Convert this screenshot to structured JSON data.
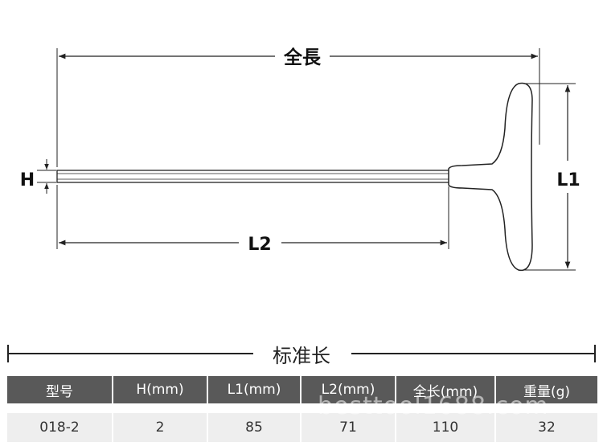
{
  "diagram": {
    "labels": {
      "overall": "全長",
      "height": "H",
      "l1": "L1",
      "l2": "L2"
    }
  },
  "section": {
    "title": "标准长"
  },
  "table": {
    "headers": [
      "型号",
      "H(mm)",
      "L1(mm)",
      "L2(mm)",
      "全长(mm)",
      "重量(g)"
    ],
    "rows": [
      [
        "018-2",
        "2",
        "85",
        "71",
        "110",
        "32"
      ]
    ]
  },
  "watermark": "besttool1688.com",
  "colors": {
    "header_bg": "#595959",
    "row_bg": "#eeeeee",
    "line": "#222222"
  }
}
